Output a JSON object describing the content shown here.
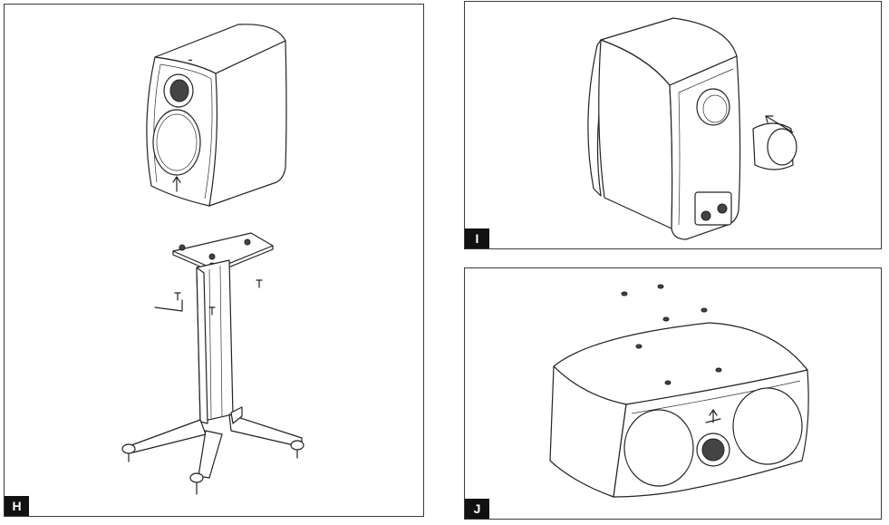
{
  "panels": {
    "h": {
      "label": "H"
    },
    "i": {
      "label": "I"
    },
    "j": {
      "label": "J"
    }
  },
  "colors": {
    "line": "#222222",
    "label_bg": "#111111",
    "label_text": "#ffffff"
  }
}
